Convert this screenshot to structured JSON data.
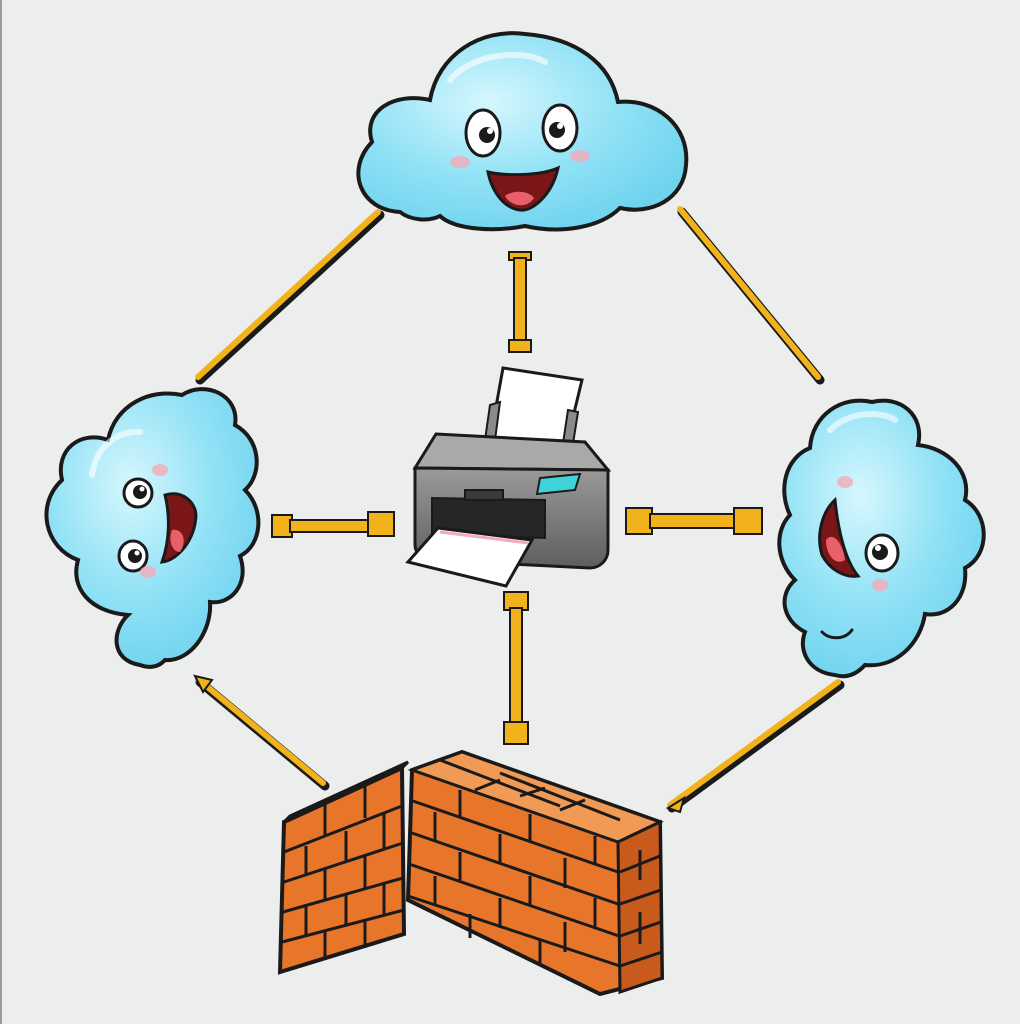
{
  "diagram": {
    "nodes": [
      {
        "id": "cloud-top",
        "kind": "cloud",
        "icon": "smiling-cloud-icon"
      },
      {
        "id": "cloud-left",
        "kind": "cloud",
        "icon": "smiling-cloud-icon"
      },
      {
        "id": "cloud-right",
        "kind": "cloud",
        "icon": "smiling-cloud-icon"
      },
      {
        "id": "printer",
        "kind": "printer",
        "icon": "printer-icon"
      },
      {
        "id": "firewall",
        "kind": "firewall",
        "icon": "brick-wall-icon"
      }
    ],
    "connectors": [
      {
        "from": "cloud-top",
        "to": "cloud-left"
      },
      {
        "from": "cloud-top",
        "to": "cloud-right"
      },
      {
        "from": "cloud-top",
        "to": "printer"
      },
      {
        "from": "cloud-left",
        "to": "printer"
      },
      {
        "from": "cloud-right",
        "to": "printer"
      },
      {
        "from": "printer",
        "to": "firewall"
      },
      {
        "from": "cloud-left",
        "to": "firewall"
      },
      {
        "from": "cloud-right",
        "to": "firewall"
      }
    ],
    "colors": {
      "background": "#eceeed",
      "cloud": "#8ee0f5",
      "cloud_light": "#c9f3fc",
      "connector": "#f2b21b",
      "brick": "#e8762a",
      "brick_dark": "#c85a1c",
      "printer_body": "#7b7b7b",
      "printer_screen": "#3fd3d8",
      "outline": "#1a1a1a"
    }
  }
}
